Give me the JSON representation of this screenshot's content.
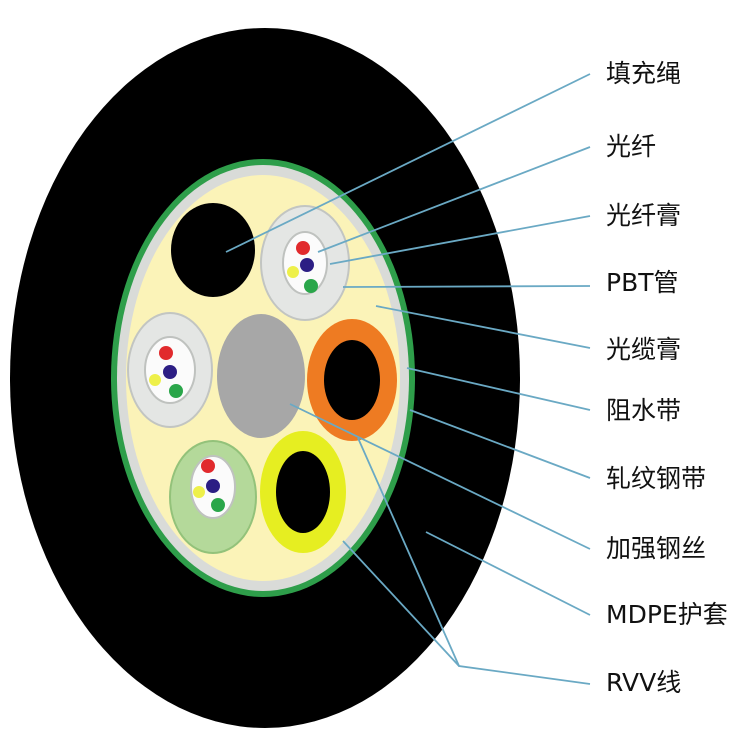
{
  "labels": {
    "filler_rope": "填充绳",
    "fiber": "光纤",
    "fiber_gel": "光纤膏",
    "pbt_tube": "PBT管",
    "cable_gel": "光缆膏",
    "water_block_tape": "阻水带",
    "corrugated_steel_tape": "轧纹钢带",
    "strength_steel_wire": "加强钢丝",
    "mdpe_sheath": "MDPE护套",
    "rvv_wire": "RVV线"
  },
  "colors": {
    "sheath": "#000000",
    "armor": "#2e9e4a",
    "water_block": "#d9dbd8",
    "cable_gel": "#fbf3b8",
    "pbt_tube_gray": "#e4e6e4",
    "pbt_tube_green": "#b4d99a",
    "central_member": "#a7a7a7",
    "rvv_orange": "#ee7b22",
    "rvv_yellow": "#e6ee21",
    "fiber_red": "#e12a2d",
    "fiber_blue": "#2c1e84",
    "fiber_yellow": "#eef04a",
    "fiber_green": "#2aa64a",
    "leader_line": "#6aa9c4"
  }
}
